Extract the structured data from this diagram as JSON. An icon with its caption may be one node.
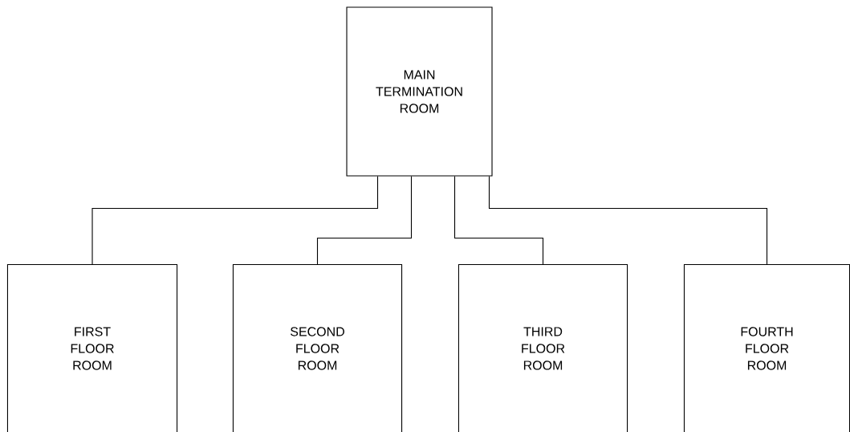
{
  "diagram": {
    "nodes": [
      {
        "text": [
          "MAIN TERMINATION ROOM"
        ]
      },
      {
        "text": [
          "FIRST FLOOR ROOM"
        ]
      },
      {
        "text": [
          "SECOND FLOOR ROOM"
        ]
      },
      {
        "text": [
          "THIRD FLOOR ROOM"
        ]
      },
      {
        "text": [
          "FOURTH FLOOR ROOM"
        ]
      }
    ],
    "edges": [
      {
        "from": 0,
        "to": 1,
        "arrow": "none"
      },
      {
        "from": 0,
        "to": 2,
        "arrow": "none"
      },
      {
        "from": 0,
        "to": 3,
        "arrow": "none"
      },
      {
        "from": 0,
        "to": 4,
        "arrow": "none"
      }
    ]
  }
}
